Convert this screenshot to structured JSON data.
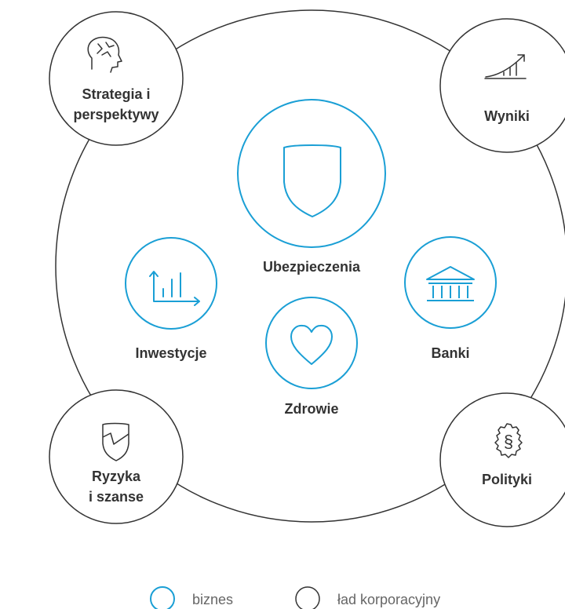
{
  "colors": {
    "business": "#1a9fd5",
    "governance": "#333333",
    "text": "#333333",
    "legend_text": "#666666"
  },
  "nodes": {
    "strategia": {
      "line1": "Strategia i",
      "line2": "perspektywy",
      "icon": "puzzle-head-icon"
    },
    "wyniki": {
      "label": "Wyniki",
      "icon": "growth-chart-icon"
    },
    "ryzyka": {
      "line1": "Ryzyka",
      "line2": "i szanse",
      "icon": "broken-shield-icon"
    },
    "polityki": {
      "label": "Polityki",
      "icon": "paragraph-gear-icon"
    },
    "ubezpieczenia": {
      "label": "Ubezpieczenia",
      "icon": "shield-icon"
    },
    "inwestycje": {
      "label": "Inwestycje",
      "icon": "bar-chart-arrows-icon"
    },
    "banki": {
      "label": "Banki",
      "icon": "bank-building-icon"
    },
    "zdrowie": {
      "label": "Zdrowie",
      "icon": "heart-icon"
    }
  },
  "legend": {
    "business": "biznes",
    "governance": "ład korporacyjny"
  }
}
